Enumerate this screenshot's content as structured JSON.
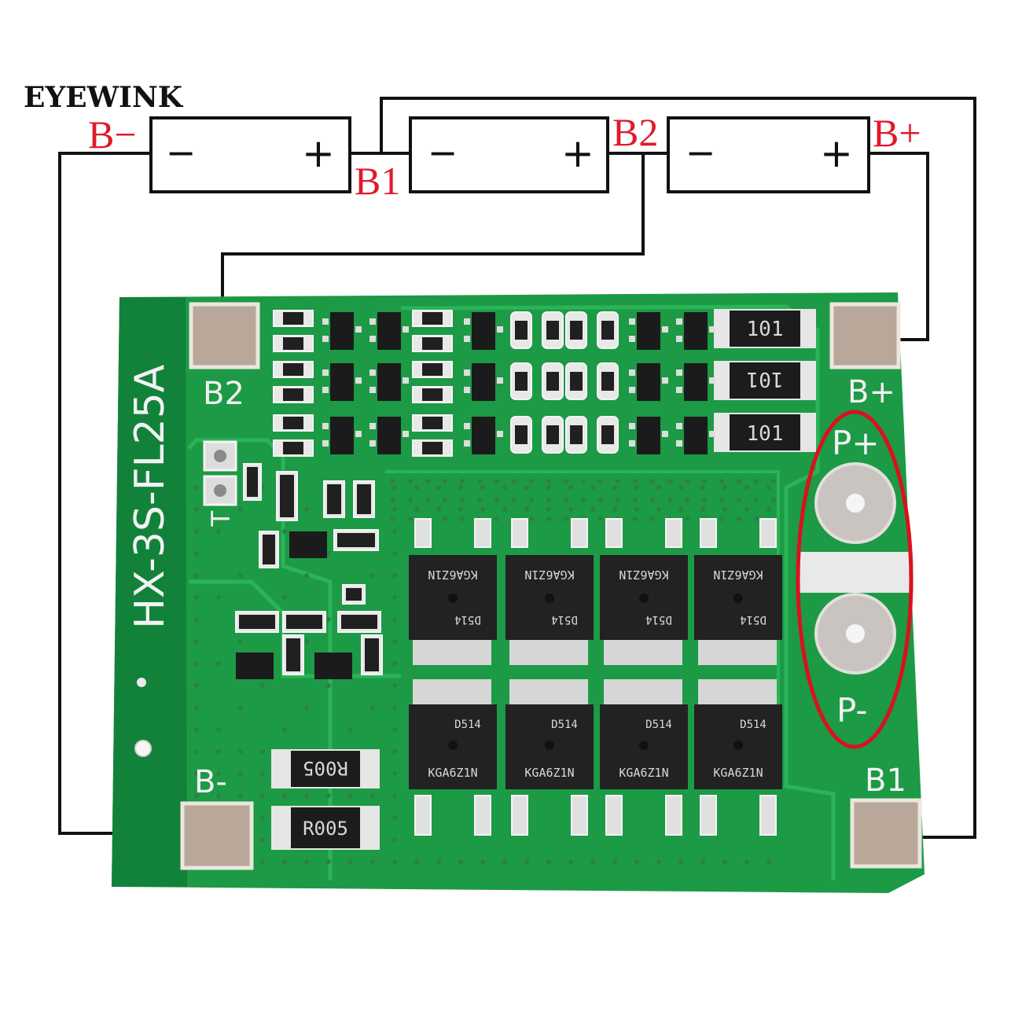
{
  "brand": "EYEWINK",
  "colors": {
    "wire": "#111111",
    "label_red": "#e0192a",
    "pcb": "#1c9a45",
    "pcb_dark": "#12823a",
    "pad": "#b9a89a",
    "highlight": "#d9121f"
  },
  "batteries": [
    {
      "minus": "−",
      "plus": "+"
    },
    {
      "minus": "−",
      "plus": "+"
    },
    {
      "minus": "−",
      "plus": "+"
    }
  ],
  "terminals": {
    "b_minus": "B−",
    "b1": "B1",
    "b2": "B2",
    "b_plus": "B+"
  },
  "board": {
    "model": "HX-3S-FL25A",
    "pad_b2": "B2",
    "pad_b_plus": "B+",
    "pad_b_minus": "B-",
    "pad_b1": "B1",
    "p_plus": "P+",
    "p_minus": "P-",
    "t_label": "T",
    "resistor_101": "101",
    "resistor_r005": "R005",
    "mosfet_top": "KGA6Z1N",
    "mosfet_date": "D514",
    "mosfet_bottom": "KGA6Z1N"
  }
}
